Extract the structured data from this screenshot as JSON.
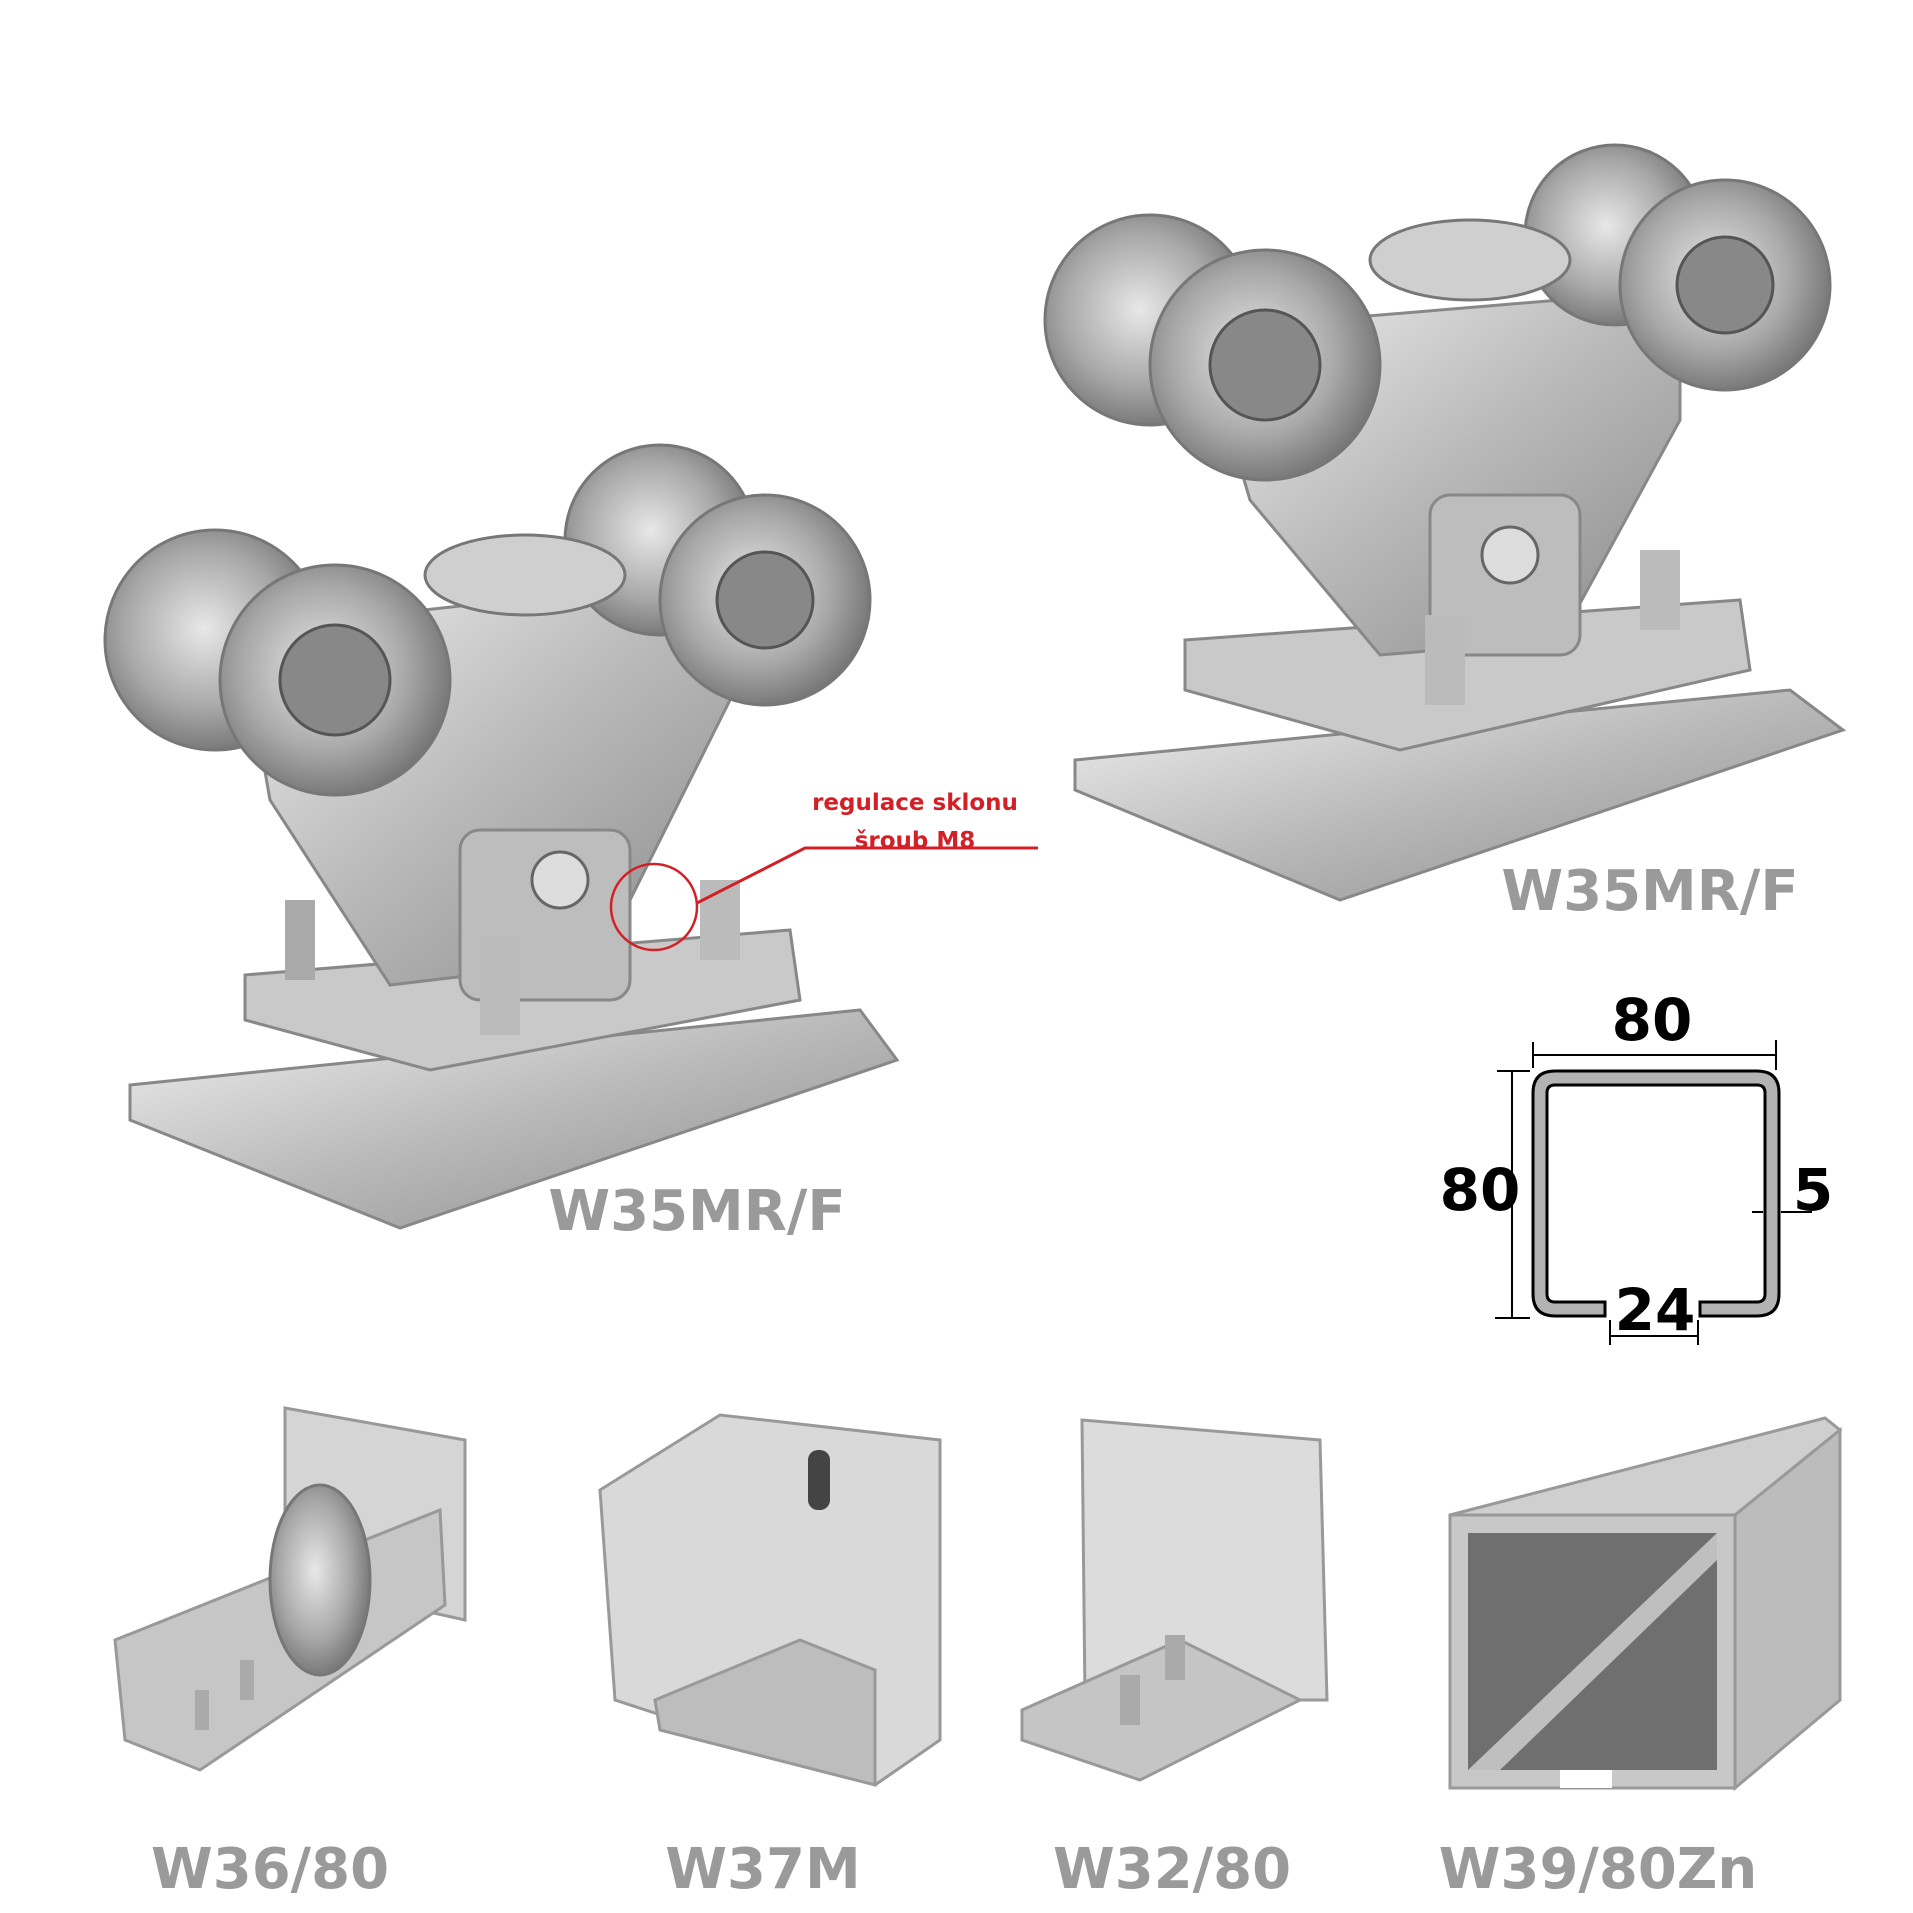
{
  "products": {
    "trolley_front": {
      "label": "W35MR/F"
    },
    "trolley_back": {
      "label": "W35MR/F"
    },
    "end_roller": {
      "label": "W36/80"
    },
    "end_cap": {
      "label": "W37M"
    },
    "stopper": {
      "label": "W32/80"
    },
    "profile": {
      "label": "W39/80Zn"
    }
  },
  "annotation": {
    "line1": "regulace sklonu",
    "line2": "šroub M8",
    "color": "#d32027"
  },
  "profile_section": {
    "width": "80",
    "height": "80",
    "thickness": "5",
    "opening": "24"
  }
}
